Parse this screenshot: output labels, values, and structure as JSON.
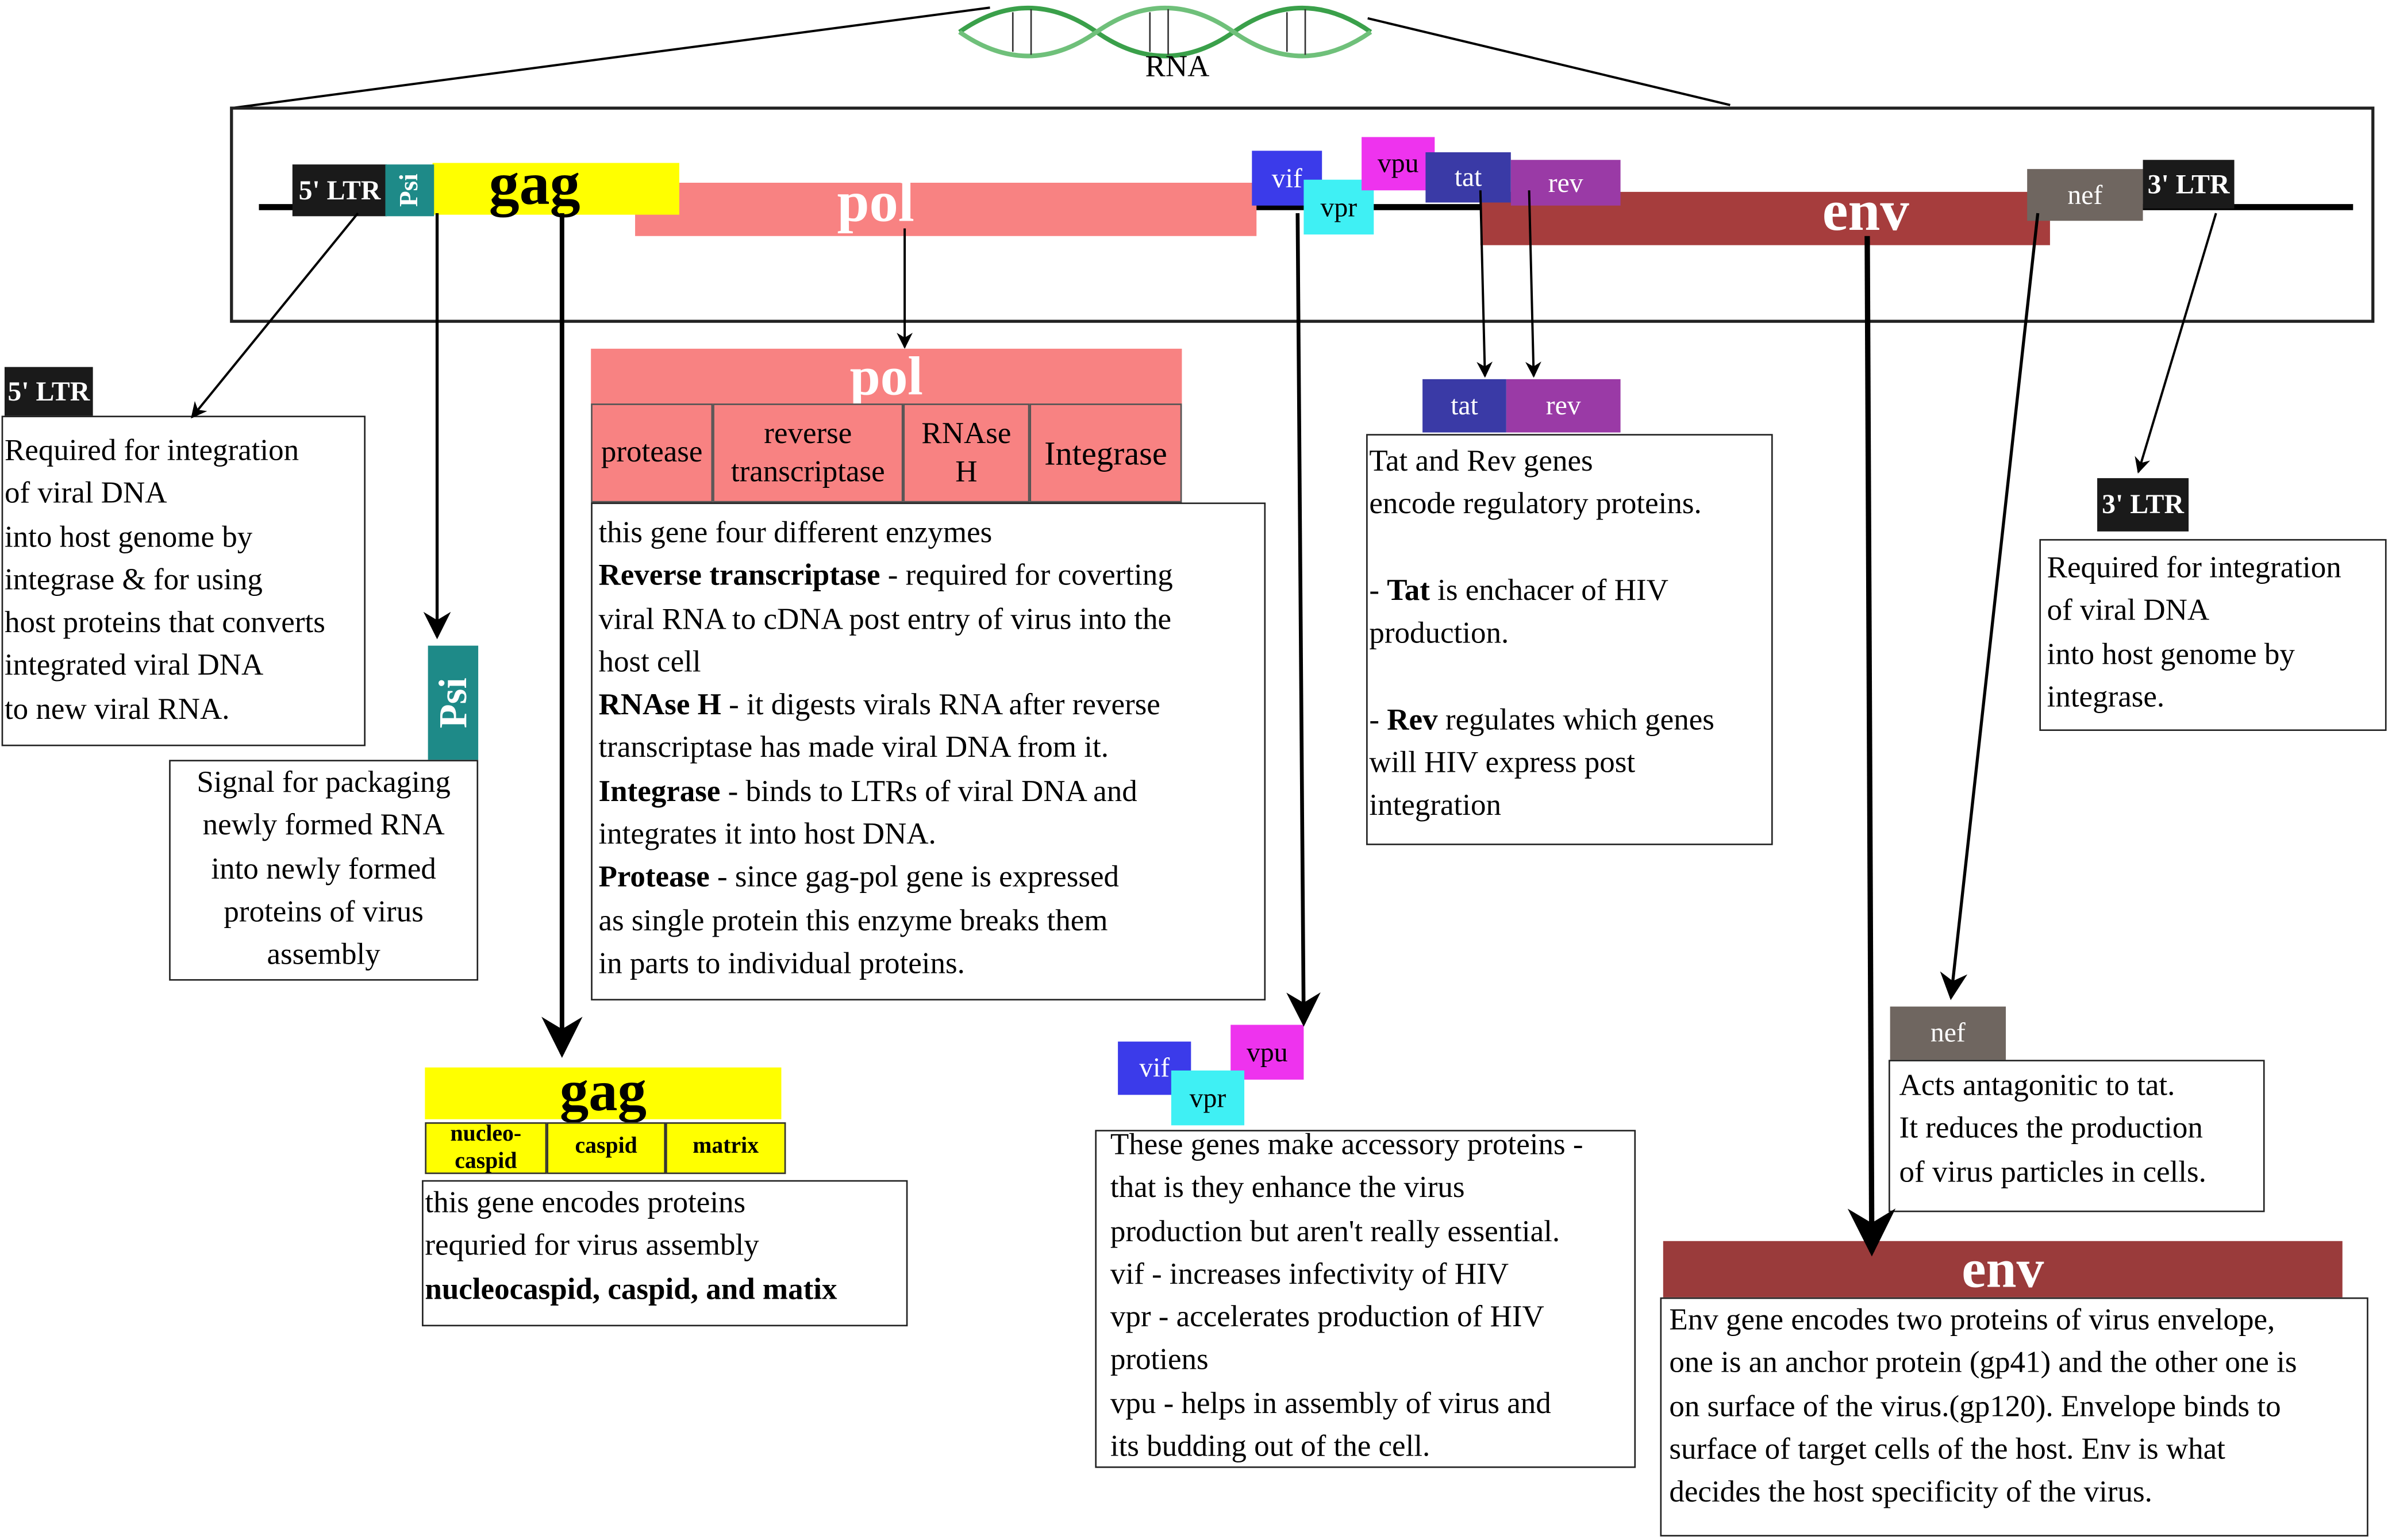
{
  "colors": {
    "gag": "#ffff00",
    "pol": "#f88282",
    "env": "#9a3b3b",
    "env_bar": "#a63d3d",
    "ltr": "#1a1a1a",
    "psi": "#1e8a88",
    "vif": "#3b3bea",
    "vpr": "#3ff0f4",
    "vpu": "#ee33ee",
    "tat": "#3a3aa6",
    "rev": "#9a3aa6",
    "nef": "#6f6660",
    "helix": "#3aa04a"
  },
  "top": {
    "rna_label": "RNA",
    "ltr5": "5' LTR",
    "psi": "Psi",
    "gag": "gag",
    "pol": "pol",
    "vif": "vif",
    "vpr": "vpr",
    "vpu": "vpu",
    "tat": "tat",
    "rev": "rev",
    "env": "env",
    "nef": "nef",
    "ltr3": "3' LTR"
  },
  "ltr5_panel": {
    "title": "5' LTR",
    "lines": [
      "Required for integration",
      "of viral DNA",
      "into host genome by",
      "integrase & for using",
      "host proteins that converts",
      "integrated viral DNA",
      "to new viral RNA."
    ]
  },
  "psi_panel": {
    "title": "Psi",
    "lines": [
      "Signal for packaging",
      "newly formed RNA",
      "into newly formed",
      "proteins of virus",
      "assembly"
    ]
  },
  "pol_panel": {
    "title": "pol",
    "enzymes": {
      "protease": "protease",
      "rt1": "reverse",
      "rt2": "transcriptase",
      "rnase1": "RNAse",
      "rnase2": "H",
      "integrase": "Integrase"
    },
    "line1": "this gene four different enzymes",
    "rt_bold": "Reverse transcriptase",
    "rt_text": " - required for coverting",
    "rt_line2": "viral RNA to cDNA post entry of virus into the",
    "rt_line3": "host cell",
    "rnase_bold": "RNAse H",
    "rnase_text": " - it digests virals RNA after reverse",
    "rnase_line2": "transcriptase has made viral DNA from it.",
    "int_bold": "Integrase",
    "int_text": " - binds to LTRs of viral DNA and",
    "int_line2": "integrates it into host DNA.",
    "prot_bold": "Protease",
    "prot_text": " - since gag-pol gene is expressed",
    "prot_line2": "as single protein this enzyme breaks them",
    "prot_line3": "in parts to individual proteins."
  },
  "gag_panel": {
    "title": "gag",
    "nc1": "nucleo-",
    "nc2": "caspid",
    "caspid": "caspid",
    "matrix": "matrix",
    "line1": "this gene encodes proteins",
    "line2": "requried for virus assembly",
    "line3": "nucleocaspid, caspid, and matix"
  },
  "accessory_panel": {
    "vif": "vif",
    "vpr": "vpr",
    "vpu": "vpu",
    "lines": [
      "These genes make accessory proteins -",
      "that is they enhance the virus",
      "production but aren't really essential.",
      "vif - increases infectivity of HIV",
      "vpr - accelerates production of HIV",
      "protiens",
      "vpu - helps in assembly of virus and",
      "its budding out of the cell."
    ]
  },
  "tatrev_panel": {
    "tat": "tat",
    "rev": "rev",
    "line1": "Tat and Rev genes",
    "line2": "encode regulatory proteins.",
    "tat_pre": "- ",
    "tat_bold": "Tat",
    "tat_text": " is enchacer of HIV",
    "tat_line2": "production.",
    "rev_pre": "- ",
    "rev_bold": "Rev",
    "rev_text": " regulates which genes",
    "rev_line2": "will HIV express post",
    "rev_line3": "integration"
  },
  "ltr3_panel": {
    "title": "3' LTR",
    "lines": [
      "Required for integration",
      "of viral DNA",
      "into host genome by",
      "integrase."
    ]
  },
  "nef_panel": {
    "title": "nef",
    "lines": [
      "Acts antagonitic to tat.",
      "It reduces the production",
      "of virus particles in cells."
    ]
  },
  "env_panel": {
    "title": "env",
    "lines": [
      "Env gene encodes two proteins of virus envelope,",
      "one is an anchor protein (gp41) and the other one is",
      "on surface of the virus.(gp120). Envelope binds to",
      "surface of target cells of the host. Env is what",
      "decides the host specificity of the virus."
    ]
  }
}
